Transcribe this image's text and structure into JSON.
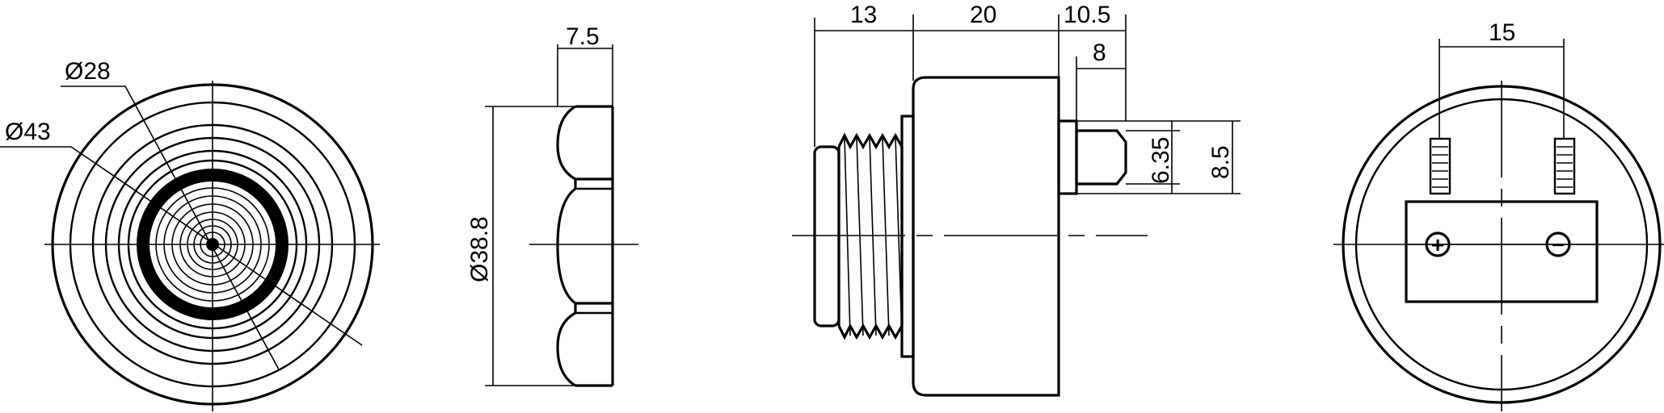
{
  "dimensions": {
    "front_outer_diameter": "Ø43",
    "front_inner_diameter": "Ø28",
    "nut_thickness": "7.5",
    "nut_diameter": "Ø38.8",
    "thread_length": "13",
    "body_length": "20",
    "terminal_overall": "10.5",
    "terminal_length": "8",
    "terminal_width": "6.35",
    "terminal_height": "8.5",
    "terminal_spacing": "15"
  },
  "polarity": {
    "positive": "+",
    "negative": "−"
  }
}
